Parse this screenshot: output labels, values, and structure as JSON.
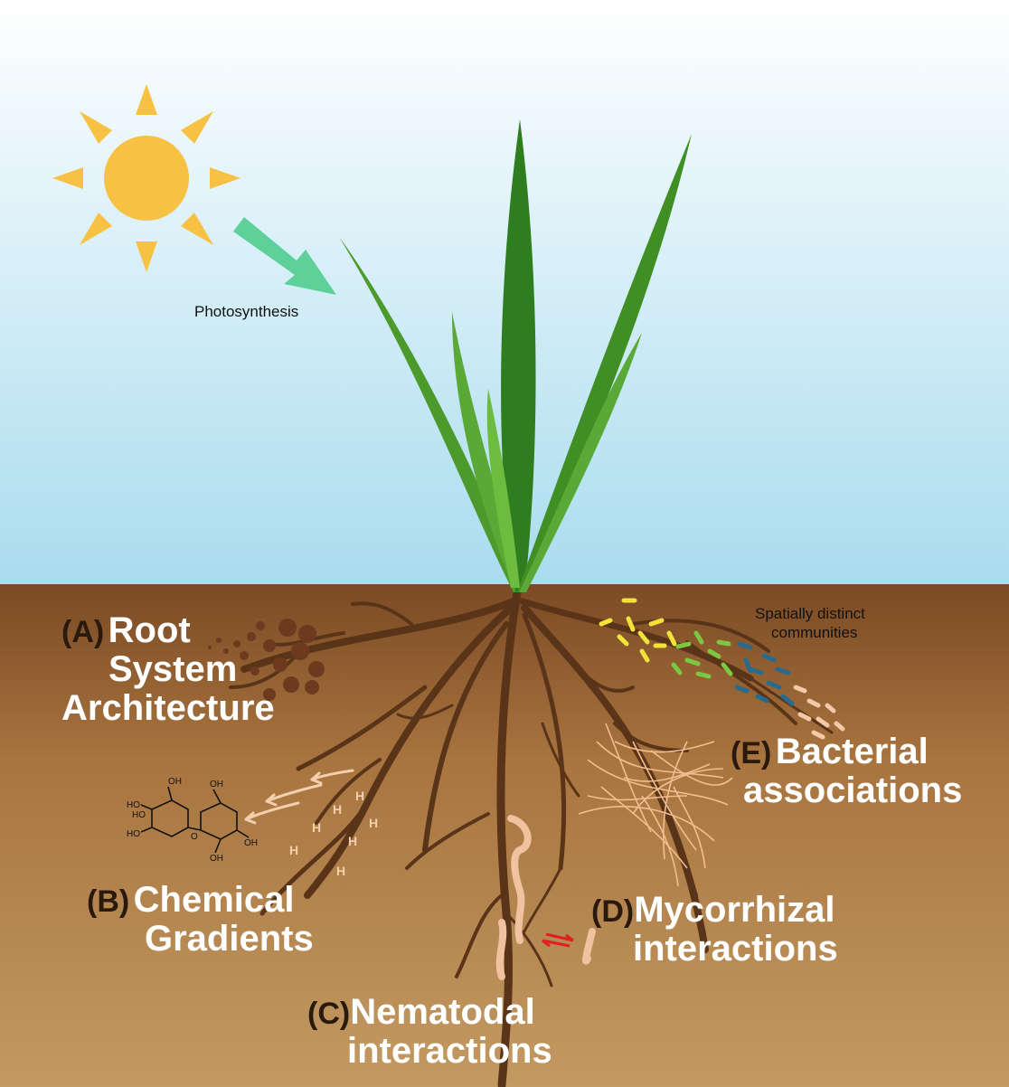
{
  "colors": {
    "sky_top": "#ffffff",
    "sky_bottom": "#a9dcee",
    "soil_top": "#7b4a24",
    "soil_bottom": "#c39a62",
    "sun": "#f7c244",
    "leaf_dark": "#2e7d1e",
    "leaf_light": "#5aa835",
    "root": "#5a3418",
    "arrow": "#5ed19b",
    "fungal_hyphae": "#f2bd8f",
    "nematode": "#f1c2a0"
  },
  "icons": [
    "sun-icon",
    "photosynthesis-arrow-icon",
    "sugar-molecule-icon",
    "nematode-icon",
    "exchange-arrows-icon"
  ],
  "labels": {
    "photosynthesis": "Photosynthesis",
    "spatial_line1": "Spatially distinct",
    "spatial_line2": "communities",
    "a_tag": "(A)",
    "a_line1": "Root",
    "a_line2": "System",
    "a_line3": "Architecture",
    "b_tag": "(B)",
    "b_line1": "Chemical",
    "b_line2": "Gradients",
    "c_tag": "(C)",
    "c_line1": "Nematodal",
    "c_line2": "interactions",
    "d_tag": "(D)",
    "d_line1": "Mycorrhizal",
    "d_line2": "interactions",
    "e_tag": "(E)",
    "e_line1": "Bacterial",
    "e_line2": "associations",
    "proton": "H",
    "oh": "OH",
    "ho": "HO",
    "o": "O"
  }
}
